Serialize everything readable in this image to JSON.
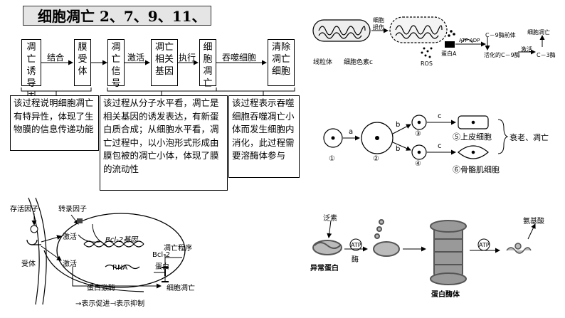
{
  "title": "细胞凋亡 2、7、9、11、",
  "flow": {
    "boxes": [
      "凋亡诱导因子",
      "膜受体",
      "凋亡信号",
      "凋亡相关基因",
      "细胞凋亡",
      "清除凋亡细胞"
    ],
    "arrows": [
      "结合",
      "激活",
      "执行",
      "吞噬细胞"
    ]
  },
  "notes": [
    "该过程说明细胞凋亡有特异性，体现了生物膜的信息传递功能",
    "该过程从分子水平看，凋亡是相关基因的诱发表达，有新蛋白质合成；从细胞水平看，凋亡过程中，以小泡形式形成由膜包被的凋亡小体，体现了膜的流动性",
    "该过程表示吞噬细胞吞噬凋亡小体而发生细胞内消化，此过程需要溶酶体参与"
  ],
  "mito": {
    "labels": {
      "mito": "线粒体",
      "cytc": "细胞色素c",
      "damage": "细胞损伤",
      "ros": "ROS",
      "protA": "蛋白A",
      "atp_adp": "ATP ADP",
      "pro9": "C－9酶前体",
      "act9": "活化的C－9酶",
      "activate": "激活",
      "c3": "C－3酶",
      "apop": "细胞凋亡"
    }
  },
  "diff": {
    "steps": [
      "①",
      "②",
      "③",
      "④"
    ],
    "letters": [
      "a",
      "b",
      "b",
      "c",
      "c"
    ],
    "cells": [
      "⑤上皮细胞",
      "⑥骨骼肌细胞"
    ],
    "fate": "衰老、凋亡"
  },
  "signal": {
    "labels": {
      "survival": "存活因子",
      "tf": "转录因子",
      "receptor": "受体",
      "act1": "激活",
      "act2": "激活",
      "gene": "Bcl-2基因",
      "rna": "RNA",
      "program": "凋亡程序",
      "bcl2": "Bcl-2",
      "protein": "蛋白",
      "enzyme": "蛋白激酶",
      "death": "细胞凋亡",
      "legend": "→表示促进⊣表示抑制"
    }
  },
  "ubiq": {
    "labels": {
      "ub": "泛素",
      "abnormal": "异常蛋白",
      "atp1": "ATP",
      "enzyme": "酶",
      "proteasome": "蛋白酶体",
      "atp2": "ATP",
      "aa": "氨基酸"
    }
  }
}
